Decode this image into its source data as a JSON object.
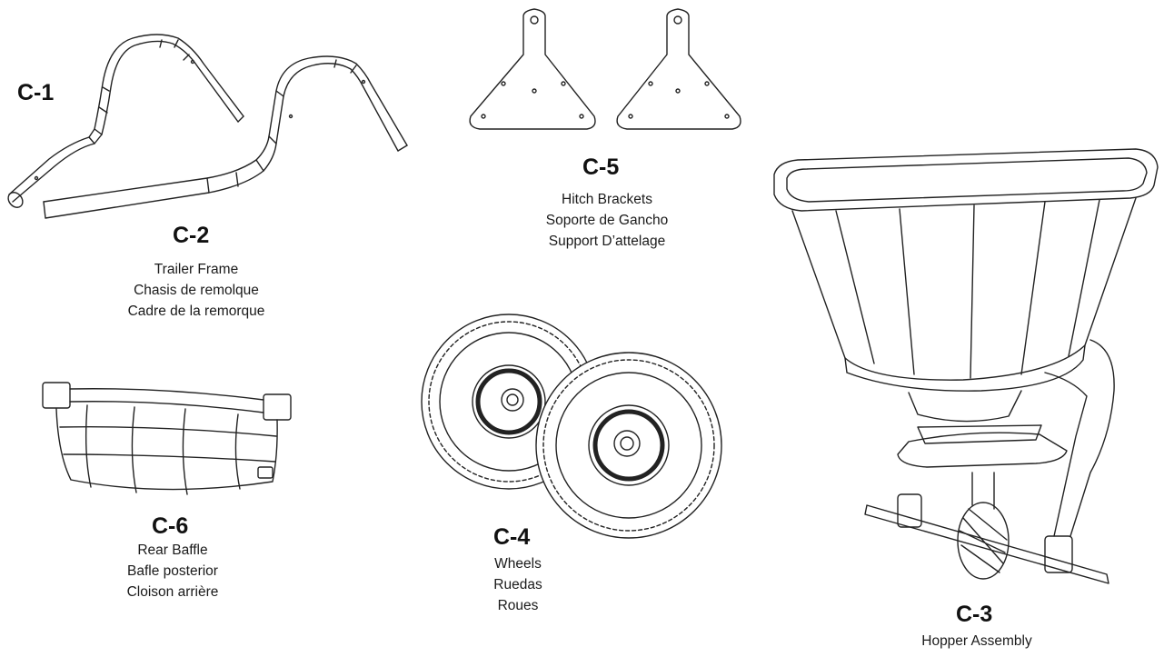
{
  "parts": [
    {
      "id": "c1",
      "code": "C-1",
      "lines": []
    },
    {
      "id": "c2",
      "code": "C-2",
      "lines": [
        "Trailer Frame",
        "Chasis de remolque",
        "Cadre de la remorque"
      ]
    },
    {
      "id": "c5",
      "code": "C-5",
      "lines": [
        "Hitch Brackets",
        "Soporte de Gancho",
        "Support D’attelage"
      ]
    },
    {
      "id": "c6",
      "code": "C-6",
      "lines": [
        "Rear Baffle",
        "Bafle posterior",
        "Cloison arrière"
      ]
    },
    {
      "id": "c4",
      "code": "C-4",
      "lines": [
        "Wheels",
        "Ruedas",
        "Roues"
      ]
    },
    {
      "id": "c3",
      "code": "C-3",
      "lines": [
        "Hopper Assembly"
      ]
    }
  ],
  "colors": {
    "line": "#222222",
    "text": "#1a1a1a",
    "background": "#ffffff"
  }
}
